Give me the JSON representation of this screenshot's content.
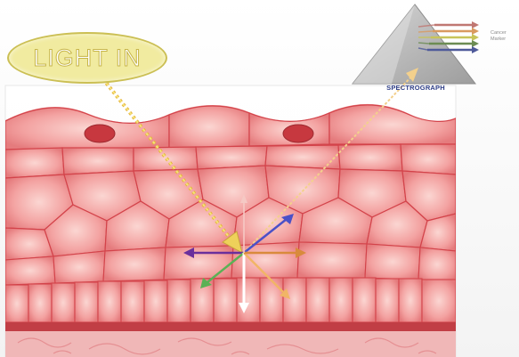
{
  "light_label": "LIGHT IN",
  "prism_label": "SPECTROGRAPH",
  "marker_lines": [
    "Cancer",
    "Marker"
  ],
  "colors": {
    "tissue": "#ee8c8c",
    "cell_border": "#d94a4f",
    "light_beam": "#efd23d",
    "prism": "#a9a9a9"
  },
  "scatter_arrows": [
    "yellow",
    "orange",
    "red",
    "purple",
    "blue",
    "green",
    "white",
    "light-orange"
  ]
}
